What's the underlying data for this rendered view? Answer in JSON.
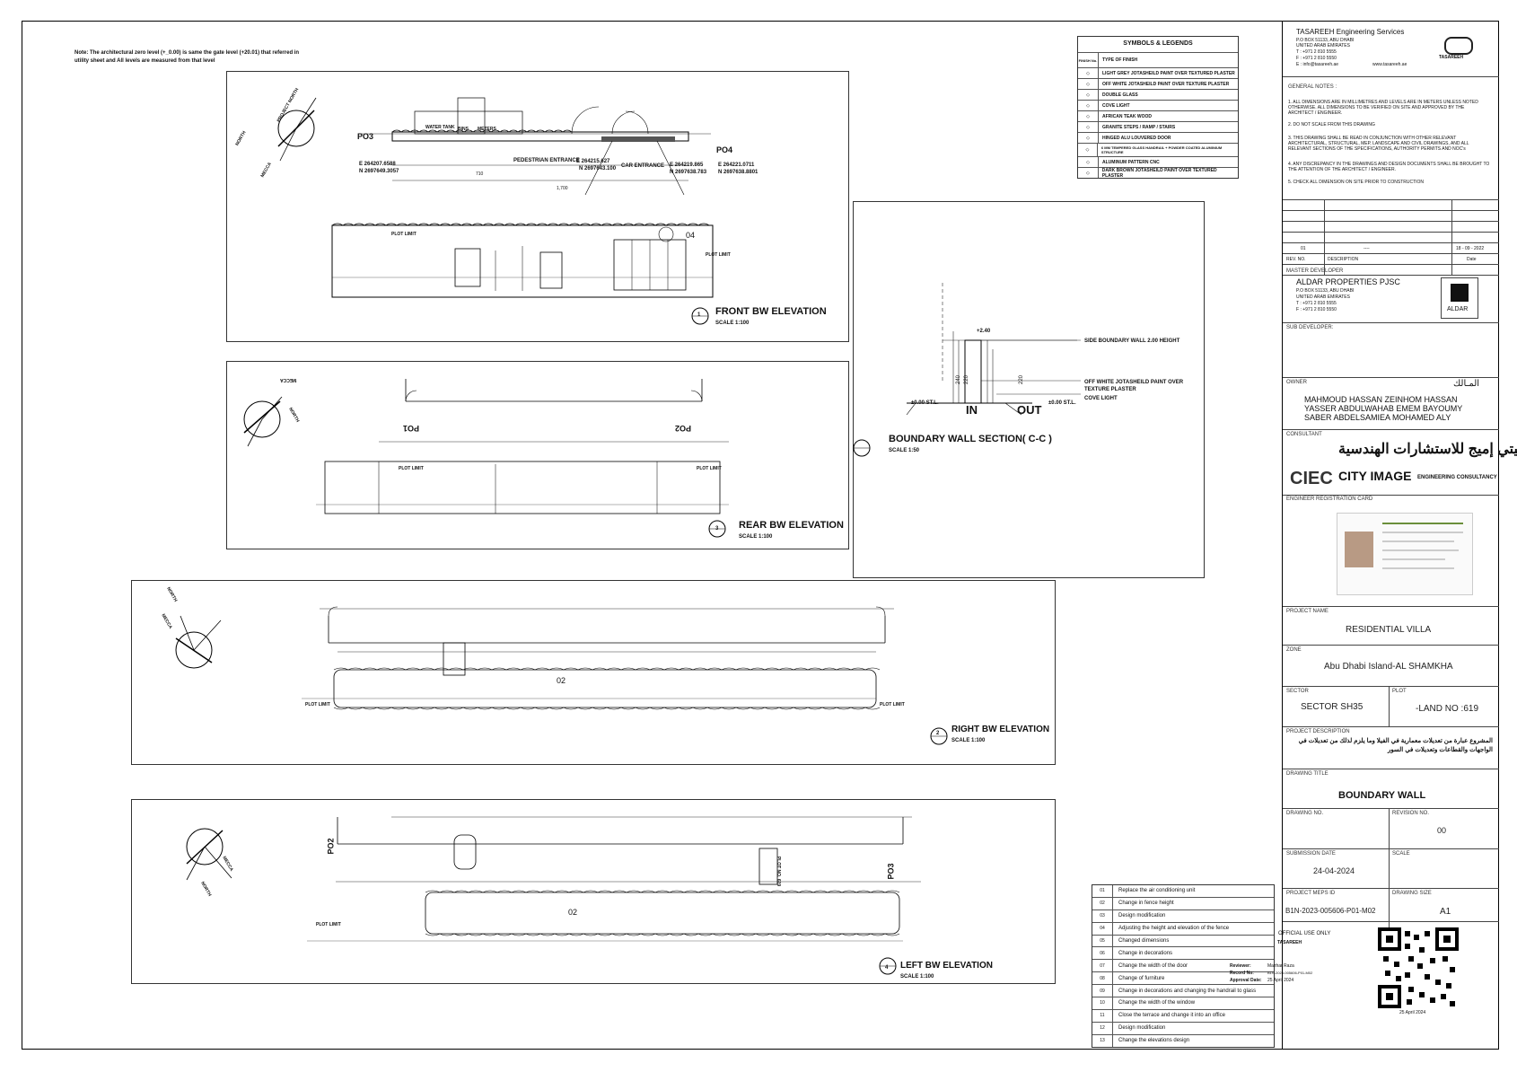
{
  "note": "Note: The architectural zero level (+_0.00)  is same the gate level (+20.01) that referred in utility sheet and All levels are measured from that level",
  "legend": {
    "title": "SYMBOLS & LEGENDS",
    "header_no": "FINISH No.",
    "header_type": "TYPE OF FINISH",
    "rows": [
      "LIGHT GREY JOTASHEILD PAINT OVER TEXTURED PLASTER",
      "OFF WHITE JOTASHEILD PAINT OVER TEXTURE PLASTER",
      "DOUBLE GLASS",
      "COVE LIGHT",
      "AFRICAN TEAK WOOD",
      "GRANITE STEPS / RAMP / STAIRS",
      "HINGED ALU LOUVERED DOOR",
      "6 MM TEMPERED GLASS HANDRAIL + POWDER COATED ALUMINIUM STRUCTURE",
      "ALUMINUM PATTERN CNC",
      "DARK BROWN JOTASHEILD PAINT OVER TEXTURED PLASTER"
    ]
  },
  "views": {
    "front": {
      "title": "FRONT BW ELEVATION",
      "scale": "SCALE     1:100",
      "no": "1"
    },
    "rear": {
      "title": "REAR BW ELEVATION",
      "scale": "SCALE     1:100",
      "no": "3"
    },
    "right": {
      "title": "RIGHT BW ELEVATION",
      "scale": "SCALE     1:100",
      "no": "2"
    },
    "left": {
      "title": "LEFT  BW ELEVATION",
      "scale": "SCALE     1:100",
      "no": "4"
    },
    "section": {
      "title": "BOUNDARY WALL SECTION( C-C )",
      "scale": "SCALE     1:50"
    }
  },
  "plan_labels": {
    "po3": "PO3",
    "po4": "PO4",
    "po1": "PO1",
    "po2": "PO2",
    "pedestrian": "PEDESTRIAN ENTRANCE",
    "car": "CAR ENTRANCE",
    "water_tank": "WATER TANK",
    "bins": "BINS",
    "meters": "METERS",
    "coord_po3_e": "E  264207.6588",
    "coord_po3_n": "N  2697649.3057",
    "coord_ped_e": "E  264215.627",
    "coord_ped_n": "N 2697643.100",
    "coord_car_e": "E  264219.865",
    "coord_car_n": "N 2697638.783",
    "coord_po4_e": "E  264221.0711",
    "coord_po4_n": "N  2697638.8801",
    "dim_1700": "1,700",
    "dim_710": "710",
    "plot_limit": "PLOT LIMIT",
    "north": "NORTH",
    "mecca": "MECCA",
    "project_north": "PROJECT NORTH",
    "tag_04": "04",
    "tag_02": "02",
    "plot_no": "PLOT NO. 619"
  },
  "section_labels": {
    "level_240": "+2.40",
    "side_wall": "SIDE BOUNDARY WALL 2.00 HEIGHT",
    "paint": "OFF WHITE JOTASHEILD PAINT OVER TEXTURE  PLASTER",
    "cove": "COVE LIGHT",
    "in": "IN",
    "out": "OUT",
    "stl_left": "±0.00  ST.L.",
    "stl_right": "±0.00  ST.L.",
    "dim_240": "240",
    "dim_220a": "220",
    "dim_220b": "220"
  },
  "revisions": [
    {
      "no": "01",
      "text": "Replace the air conditioning unit"
    },
    {
      "no": "02",
      "text": "Change in fence height"
    },
    {
      "no": "03",
      "text": "Design modification"
    },
    {
      "no": "04",
      "text": "Adjusting the height and elevation of the fence"
    },
    {
      "no": "05",
      "text": "Changed dimensions"
    },
    {
      "no": "06",
      "text": "Change in decorations"
    },
    {
      "no": "07",
      "text": "Change the width of the door"
    },
    {
      "no": "08",
      "text": "Change of furniture"
    },
    {
      "no": "09",
      "text": "Change in decorations and changing the handrail to glass"
    },
    {
      "no": "10",
      "text": "Change the width of the window"
    },
    {
      "no": "11",
      "text": "Close the terrace and change it into an office"
    },
    {
      "no": "12",
      "text": "Design modification"
    },
    {
      "no": "13",
      "text": "Change the elevations design"
    }
  ],
  "stamp": {
    "official": "OFFICIAL USE ONLY",
    "brand": "TASAREEH",
    "reviewer_label": "Reviewer:",
    "reviewer": "Mazhar Raza",
    "record_label": "Record No:",
    "record": "B1N-2023-005606-P01-M02",
    "approval_label": "Approval Date:",
    "approval": "25 April 2024",
    "qr_date": "25 April 2024"
  },
  "title_block": {
    "company": "TASAREEH Engineering Services",
    "company_addr": [
      "P.O BOX 51133, ABU DHABI",
      "UNITED ARAB EMIRATES",
      "T : +971 2 810 5555",
      "F : +971 2 810 5550",
      "E : info@tasareeh.ae"
    ],
    "company_web": "www.tasareeh.ae",
    "logo_text": "TASAREEH",
    "general_notes_label": "GENERAL NOTES :",
    "general_notes": [
      "1. ALL DIMENSIONS ARE IN MILLIMETRES AND LEVELS ARE IN METERS UNLESS NOTED OTHERWISE. ALL DIMENSIONS TO BE VERIFIED ON SITE AND APPROVED BY THE ARCHITECT / ENGINEER.",
      "2. DO NOT SCALE FROM THIS DRAWING",
      "3. THIS DRAWING SHALL BE READ IN CONJUNCTION WITH OTHER RELEVANT ARCHITECTURAL, STRUCTURAL, MEP, LANDSCAPE AND CIVIL DRAWINGS, AND ALL RELEVANT SECTIONS OF THE SPECIFICATIONS, AUTHORITY PERMITS AND NOC's",
      "4. ANY DISCREPANCY IN THE DRAWINGS AND DESIGN DOCUMENTS SHALL BE BROUGHT TO THE ATTENTION OF THE ARCHITECT / ENGINEER.",
      "5. CHECK ALL DIMENSION ON SITE PRIOR TO CONSTRUCTION"
    ],
    "rev_no": "01",
    "rev_desc": "----",
    "rev_date": "18 - 09 - 2022",
    "rev_no_label": "REV. NO.",
    "desc_label": "DESCRIPTION",
    "date_label": "Date",
    "master_dev_label": "MASTER DEVELOPER",
    "master_dev": "ALDAR PROPERTIES PJSC",
    "master_addr": [
      "P.O BOX 51133, ABU DHABI",
      "UNITED ARAB EMIRATES",
      "T : +971 2 810 5555",
      "F : +971 2 810 5550"
    ],
    "aldar_logo": "ALDAR",
    "sub_dev_label": "SUB DEVELOPER:",
    "owner_label": "OWNER",
    "owner_ar": "المـالك",
    "owner_lines": [
      "MAHMOUD HASSAN ZEINHOM HASSAN",
      "YASSER ABDULWAHAB EMEM BAYOUMY",
      "SABER ABDELSAMIEA MOHAMED ALY"
    ],
    "consultant_label": "CONSULTANT",
    "consultant_ar": "سيتي إميج للاستشارات الهندسية",
    "consultant_en": "CITY IMAGE",
    "consultant_en2": "ENGINEERING CONSULTANCY",
    "consultant_logo": "CIEC",
    "eng_card_label": "ENGINEER REGISTRATION CARD",
    "project_name_label": "PROJECT NAME",
    "project_name": "RESIDENTIAL  VILLA",
    "zone_label": "ZONE",
    "zone": "Abu Dhabi Island-AL SHAMKHA",
    "sector_label": "SECTOR",
    "sector": "SECTOR  SH35",
    "plot_label": "PLOT",
    "plot": "-LAND NO :619",
    "project_desc_label": "PROJECT DESCRIPTION",
    "project_desc": "المشروع عبارة من تعديلات معمارية في الفيلا وما يلزم لذلك من تعديلات في الواجهات والقطاعات وتعديلات في السور",
    "drawing_title_label": "DRAWING TITLE",
    "drawing_title": "BOUNDARY WALL",
    "drawing_no_label": "DRAWING NO.",
    "revision_no_label": "REVISION NO.",
    "revision_no": "00",
    "submission_label": "SUBMISSION DATE",
    "submission": "24-04-2024",
    "scale_label": "SCALE",
    "meps_label": "PROJECT MEPS ID",
    "meps": "B1N-2023-005606-P01-M02",
    "size_label": "DRAWING SIZE",
    "size": "A1"
  }
}
